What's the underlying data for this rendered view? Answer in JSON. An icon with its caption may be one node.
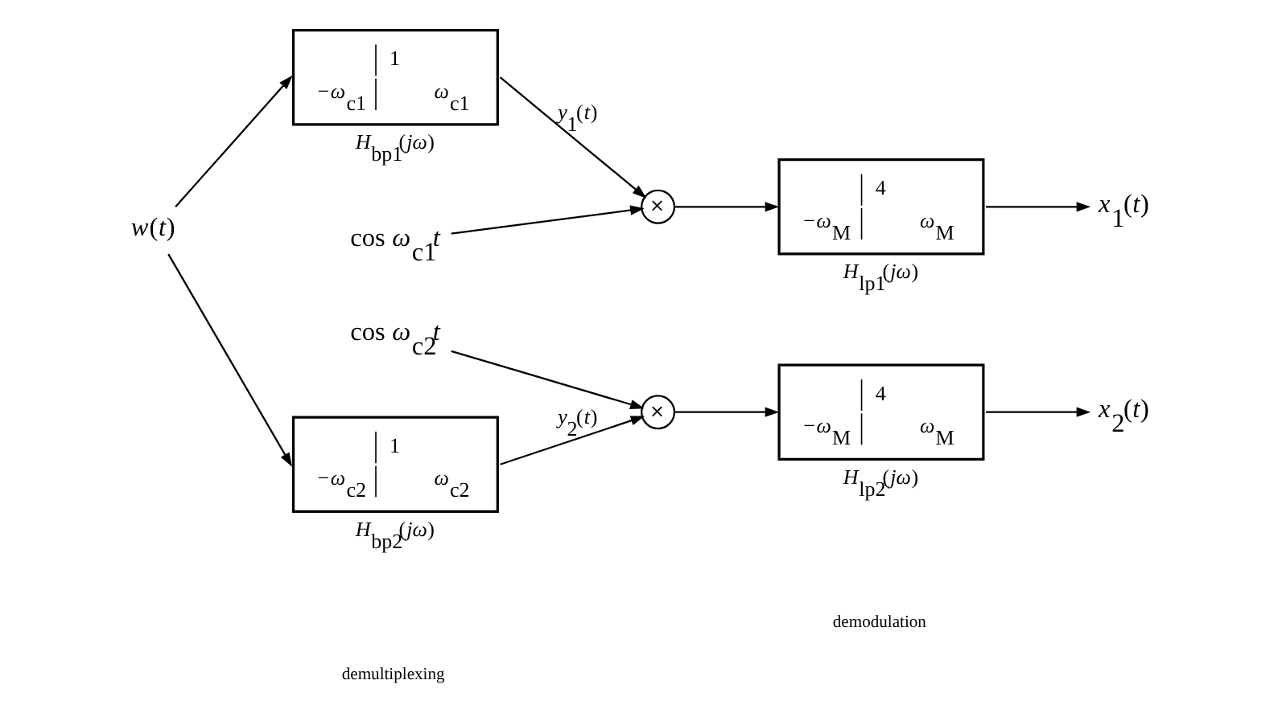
{
  "diagram": {
    "nodes": [
      {
        "text": [
          "*w*(*t*)"
        ]
      },
      {
        "text": [
          "1",
          "−*ω*$_{c1}$",
          "*ω*$_{c1}$"
        ],
        "beside": [
          "*H*$_{bp1}$(*jω*)"
        ]
      },
      {
        "text": [
          "cos *ω*$_{c1}$*t*"
        ]
      },
      {
        "text": [
          "×"
        ]
      },
      {
        "text": [
          "4",
          "−*ω*$_{M}$",
          "*ω*$_{M}$"
        ],
        "beside": [
          "*H*$_{lp1}$(*jω*)"
        ]
      },
      {
        "text": [
          "*x*$_{1}$(*t*)"
        ]
      },
      {
        "text": [
          "1",
          "−*ω*$_{c2}$",
          "*ω*$_{c2}$"
        ],
        "beside": [
          "*H*$_{bp2}$(*jω*)"
        ]
      },
      {
        "text": [
          "×"
        ]
      },
      {
        "text": [
          "cos *ω*$_{c2}$*t*"
        ]
      },
      {
        "text": [
          "4",
          "−*ω*$_{M}$",
          "*ω*$_{M}$"
        ],
        "beside": [
          "*H*$_{lp2}$(*jω*)"
        ]
      },
      {
        "text": [
          "*x*$_{2}$(*t*)"
        ]
      }
    ],
    "edges": [
      {
        "from": 0,
        "to": 1,
        "arrow": "to"
      },
      {
        "from": 0,
        "to": 6,
        "arrow": "to"
      },
      {
        "from": 1,
        "to": 3,
        "arrow": "to",
        "label": "*y*$_{1}$(*t*)"
      },
      {
        "from": 2,
        "to": 3,
        "arrow": "to"
      },
      {
        "from": 3,
        "to": 4,
        "arrow": "to"
      },
      {
        "from": 4,
        "to": 5,
        "arrow": "to"
      },
      {
        "from": 6,
        "to": 7,
        "arrow": "to",
        "label": "*y*$_{2}$(*t*)"
      },
      {
        "from": 8,
        "to": 7,
        "arrow": "to"
      },
      {
        "from": 7,
        "to": 9,
        "arrow": "to"
      },
      {
        "from": 9,
        "to": 10,
        "arrow": "to"
      }
    ],
    "labels": [
      "demultiplexing",
      "demodulation"
    ]
  }
}
